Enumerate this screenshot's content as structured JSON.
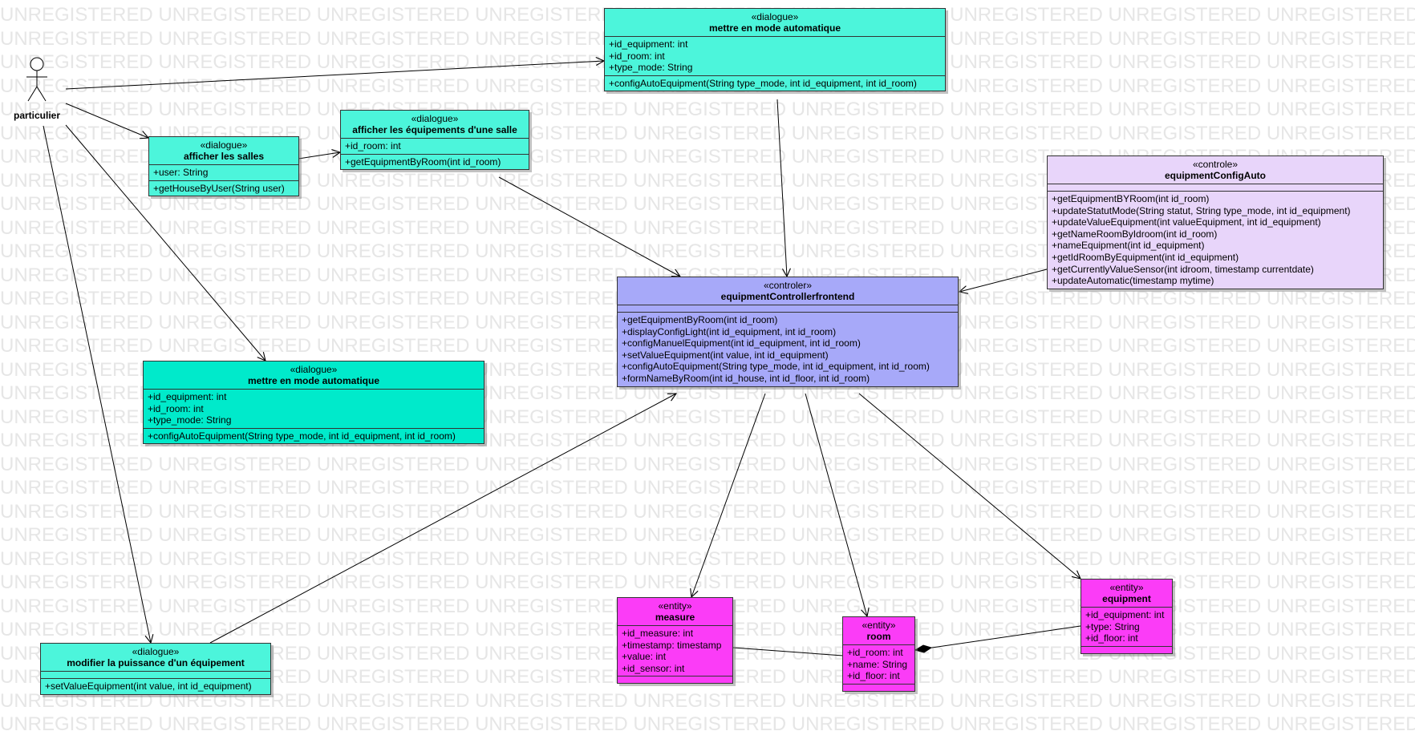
{
  "watermark": {
    "text": "UNREGISTERED UNREGISTERED UNREGISTERED UNREGISTERED UNREGISTERED UNREGISTERED UNREGISTERED UNREGISTERED UNREGISTERED UNREGISTERED"
  },
  "colors": {
    "dialogue": "#4cf5db",
    "dialogue_alt": "#00eacb",
    "controller": "#a7a9f9",
    "control": "#e8d5fa",
    "entity": "#fb3cf7",
    "line": "#000000",
    "watermark": "#e6e6e6"
  },
  "actor": {
    "name": "particulier",
    "icon": "stick-figure-icon"
  },
  "classes": {
    "dialog_auto_top": {
      "stereotype": "«dialogue»",
      "name": "mettre en mode automatique",
      "attributes": [
        "+id_equipment: int",
        "+id_room: int",
        "+type_mode: String"
      ],
      "operations": [
        "+configAutoEquipment(String type_mode, int id_equipment, int id_room)"
      ]
    },
    "dialog_rooms": {
      "stereotype": "«dialogue»",
      "name": "afficher les salles",
      "attributes": [
        "+user: String"
      ],
      "operations": [
        "+getHouseByUser(String user)"
      ]
    },
    "dialog_room_equipments": {
      "stereotype": "«dialogue»",
      "name": "afficher les équipements d'une salle",
      "attributes": [
        "+id_room: int"
      ],
      "operations": [
        "+getEquipmentByRoom(int id_room)"
      ]
    },
    "control_config_auto": {
      "stereotype": "«controle»",
      "name": "equipmentConfigAuto",
      "attributes": [],
      "operations": [
        "+getEquipmentBYRoom(int id_room)",
        "+updateStatutMode(String statut, String  type_mode, int id_equipment)",
        "+updateValueEquipment(int valueEquipment, int id_equipment)",
        "+getNameRoomByIdroom(int id_room)",
        "+nameEquipment(int id_equipment)",
        "+getIdRoomByEquipment(int id_equipment)",
        "+getCurrentlyValueSensor(int idroom, timestamp currentdate)",
        "+updateAutomatic(timestamp mytime)"
      ]
    },
    "controller_frontend": {
      "stereotype": "«controler»",
      "name": "equipmentControllerfrontend",
      "attributes": [],
      "operations": [
        "+getEquipmentByRoom(int id_room)",
        "+displayConfigLight(int id_equipment, int id_room)",
        "+configManuelEquipment(int id_equipment, int id_room)",
        "+setValueEquipment(int value, int id_equipment)",
        "+configAutoEquipment(String type_mode, int id_equipment, int id_room)",
        "+formNameByRoom(int id_house, int id_floor, int id_room)"
      ]
    },
    "dialog_auto_left": {
      "stereotype": "«dialogue»",
      "name": "mettre en mode automatique",
      "attributes": [
        "+id_equipment: int",
        "+id_room: int",
        "+type_mode: String"
      ],
      "operations": [
        "+configAutoEquipment(String type_mode, int id_equipment, int id_room)"
      ]
    },
    "dialog_power": {
      "stereotype": "«dialogue»",
      "name": "modifier la puissance d'un équipement",
      "attributes": [],
      "operations": [
        "+setValueEquipment(int value, int id_equipment)"
      ]
    },
    "entity_measure": {
      "stereotype": "«entity»",
      "name": "measure",
      "attributes": [
        "+id_measure: int",
        "+timestamp: timestamp",
        "+value: int",
        "+id_sensor: int"
      ],
      "operations": []
    },
    "entity_room": {
      "stereotype": "«entity»",
      "name": "room",
      "attributes": [
        "+id_room: int",
        "+name: String",
        "+id_floor: int"
      ],
      "operations": []
    },
    "entity_equipment": {
      "stereotype": "«entity»",
      "name": "equipment",
      "attributes": [
        "+id_equipment: int",
        "+type: String",
        "+id_floor: int"
      ],
      "operations": []
    }
  }
}
